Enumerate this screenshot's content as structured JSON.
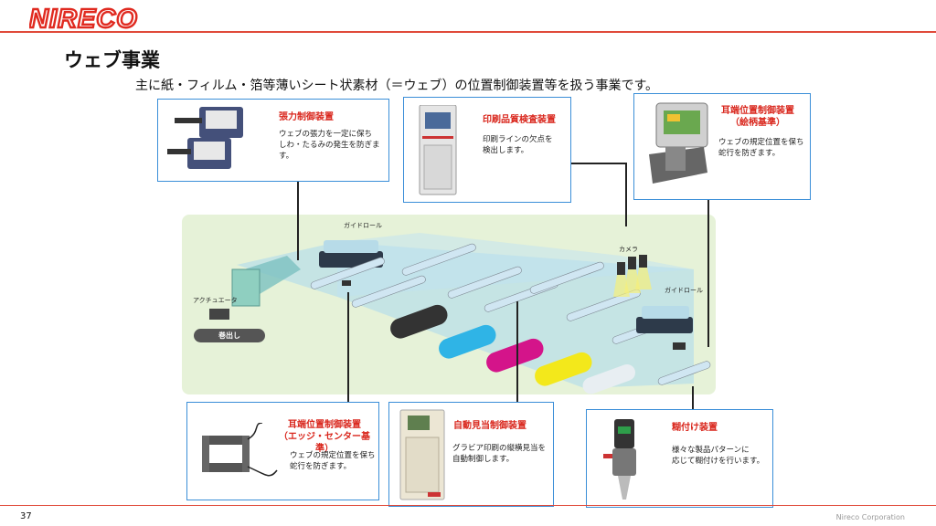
{
  "brand": "NIRECO",
  "title": "ウェブ事業",
  "subtitle": "主に紙・フィルム・箔等薄いシート状素材（＝ウェブ）の位置制御装置等を扱う事業です。",
  "cards": {
    "tension": {
      "title": "張力制御装置",
      "desc": [
        "ウェブの張力を一定に保ち",
        "しわ・たるみの発生を防ぎま",
        "す。"
      ]
    },
    "inspection": {
      "title": "印刷品質検査装置",
      "desc": [
        "印刷ラインの欠点を",
        "検出します。"
      ]
    },
    "edge_pattern": {
      "title": [
        "耳端位置制御装置",
        "（絵柄基準）"
      ],
      "desc": [
        "ウェブの規定位置を保ち",
        "蛇行を防ぎます。"
      ]
    },
    "edge_center": {
      "title": [
        "耳端位置制御装置",
        "（エッジ・センター基準）"
      ],
      "desc": [
        "ウェブの規定位置を保ち",
        "蛇行を防ぎます。"
      ]
    },
    "register": {
      "title": "自動見当制御装置",
      "desc": [
        "グラビア印刷の縦横見当を",
        "自動制御します。"
      ]
    },
    "gluing": {
      "title": "糊付け装置",
      "desc": [
        "様々な製品パターンに",
        "応じて糊付けを行います。"
      ]
    }
  },
  "diagram": {
    "guide_roll_1": "ガイドロール",
    "guide_roll_2": "ガイドロール",
    "camera": "カメラ",
    "actuator": "アクチュエータ",
    "unwind": "巻出し"
  },
  "footer": {
    "page": "37",
    "company": "Nireco Corporation"
  },
  "colors": {
    "brand_red": "#e02a20",
    "card_border": "#3a8ed8",
    "diagram_bg": "#e6f2d8",
    "title_red": "#d9261c"
  }
}
